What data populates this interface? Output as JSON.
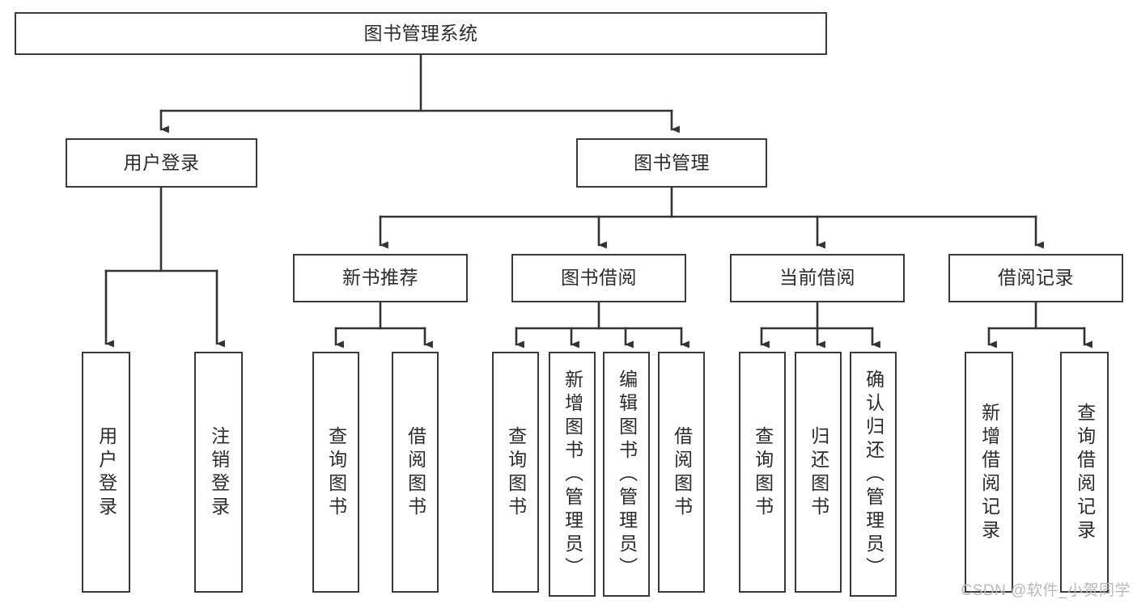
{
  "diagram": {
    "title": "图书管理系统",
    "type": "tree-hierarchy-diagram",
    "root": {
      "label": "图书管理系统"
    },
    "level2": [
      {
        "label": "用户登录"
      },
      {
        "label": "图书管理"
      }
    ],
    "level3": [
      {
        "label": "新书推荐"
      },
      {
        "label": "图书借阅"
      },
      {
        "label": "当前借阅"
      },
      {
        "label": "借阅记录"
      }
    ],
    "leaves": {
      "user_login": [
        {
          "label": "用户登录"
        },
        {
          "label": "注销登录"
        }
      ],
      "new_book_recommend": [
        {
          "label": "查询图书"
        },
        {
          "label": "借阅图书"
        }
      ],
      "book_borrow": [
        {
          "label": "查询图书"
        },
        {
          "label": "新增图书（管理员）"
        },
        {
          "label": "编辑图书（管理员）"
        },
        {
          "label": "借阅图书"
        }
      ],
      "current_borrow": [
        {
          "label": "查询图书"
        },
        {
          "label": "归还图书"
        },
        {
          "label": "确认归还（管理员）"
        }
      ],
      "borrow_record": [
        {
          "label": "新增借阅记录"
        },
        {
          "label": "查询借阅记录"
        }
      ]
    }
  },
  "watermark": {
    "text": "CSDN @软件_小贺同学"
  },
  "colors": {
    "box_border": "#3a3a3a",
    "box_fill": "#ffffff",
    "connector": "#333333",
    "text": "#2b2b2b",
    "watermark": "#b9b9b9",
    "background": "#ffffff"
  }
}
